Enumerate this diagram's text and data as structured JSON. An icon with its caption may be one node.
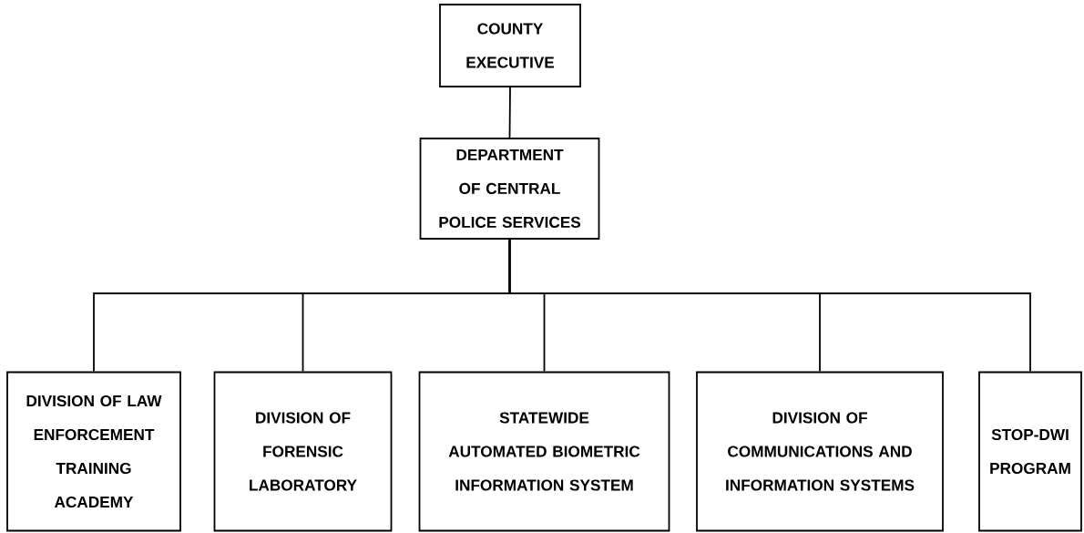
{
  "diagram": {
    "nodes": [
      {
        "text": [
          "COUNTY EXECUTIVE"
        ]
      },
      {
        "text": [
          "DEPARTMENT OF CENTRAL POLICE SERVICES"
        ]
      },
      {
        "text": [
          "DIVISION OF LAW ENFORCEMENT TRAINING ACADEMY"
        ]
      },
      {
        "text": [
          "DIVISION OF FORENSIC LABORATORY"
        ]
      },
      {
        "text": [
          "STATEWIDE AUTOMATED BIOMETRIC INFORMATION SYSTEM"
        ]
      },
      {
        "text": [
          "DIVISION OF COMMUNICATIONS AND INFORMATION SYSTEMS"
        ]
      },
      {
        "text": [
          "STOP-DWI PROGRAM"
        ]
      }
    ],
    "edges": [
      {
        "from": 0,
        "to": 1,
        "arrow": "none"
      },
      {
        "from": 1,
        "to": 2,
        "arrow": "none"
      },
      {
        "from": 1,
        "to": 3,
        "arrow": "none"
      },
      {
        "from": 1,
        "to": 4,
        "arrow": "none"
      },
      {
        "from": 1,
        "to": 5,
        "arrow": "none"
      },
      {
        "from": 1,
        "to": 6,
        "arrow": "none"
      }
    ]
  }
}
